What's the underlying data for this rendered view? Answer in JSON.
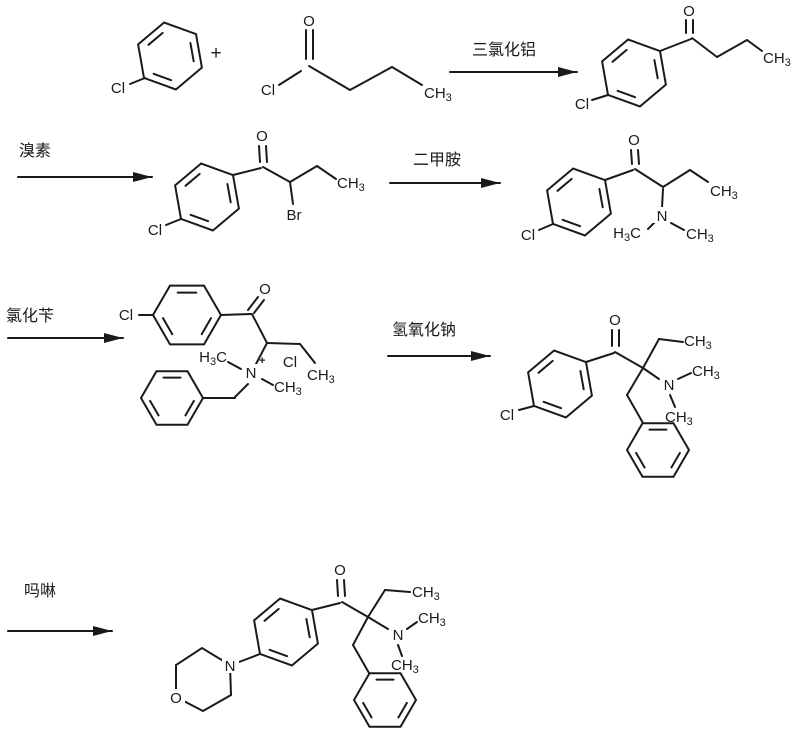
{
  "scheme": {
    "plus_sign": "+",
    "steps": [
      {
        "reagent": "三氯化铝"
      },
      {
        "reagent": "溴素"
      },
      {
        "reagent": "二甲胺"
      },
      {
        "reagent": "氯化苄"
      },
      {
        "reagent": "氢氧化钠"
      },
      {
        "reagent": "吗啉"
      }
    ]
  },
  "atoms": {
    "oxygen": "O",
    "chlorine": "Cl",
    "bromine": "Br",
    "nitrogen": "N",
    "methyl_CH": "CH",
    "sub_three": "3",
    "H": "H",
    "C": "C",
    "charge_plus": "+"
  }
}
